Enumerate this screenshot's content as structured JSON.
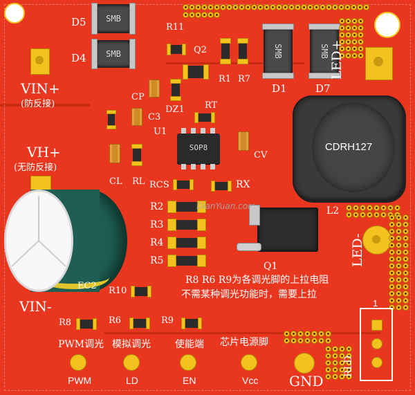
{
  "board": {
    "colors": {
      "pcb": "#e8361f",
      "silkscreen": "#ffffff",
      "pad": "#f2c21e",
      "inductor": "#3a3a3a",
      "capacitor_body": "#1f5e52"
    },
    "watermark": "DianYuan.com"
  },
  "power_labels": {
    "vin_plus": "VIN+",
    "vin_plus_note": "(防反接)",
    "vh_plus": "VH+",
    "vh_plus_note": "(无防反接)",
    "vin_minus": "VIN-",
    "led_plus": "LED+",
    "led_minus": "LED-"
  },
  "components": {
    "d5": "D5",
    "d4": "D4",
    "d1": "D1",
    "d7": "D7",
    "smb": "SMB",
    "r11": "R11",
    "q2": "Q2",
    "r1": "R1",
    "r7": "R7",
    "cp": "CP",
    "c3": "C3",
    "dz1": "DZ1",
    "rt": "RT",
    "u1": "U1",
    "u1_marking": "SOP8",
    "cv": "CV",
    "cl": "CL",
    "rl": "RL",
    "rcs": "RCS",
    "rx": "RX",
    "r2": "R2",
    "r3": "R3",
    "r4": "R4",
    "r5": "R5",
    "q1": "Q1",
    "l2": "L2",
    "inductor_marking": "CDRH127",
    "ec2": "EC2",
    "r10": "R10",
    "r8": "R8",
    "r6": "R6",
    "r9": "R9",
    "rld": "RLD",
    "header_pin1": "1"
  },
  "notes": {
    "line1": "R8 R6 R9为各调光脚的上拉电阻",
    "line2": "不需某种调光功能时，需要上拉"
  },
  "pin_descriptions": {
    "pwm": "PWM调光",
    "analog": "模拟调光",
    "enable": "使能端",
    "vcc": "芯片电源脚"
  },
  "pins": {
    "pwm": "PWM",
    "ld": "LD",
    "en": "EN",
    "vcc": "Vcc",
    "gnd": "GND"
  }
}
